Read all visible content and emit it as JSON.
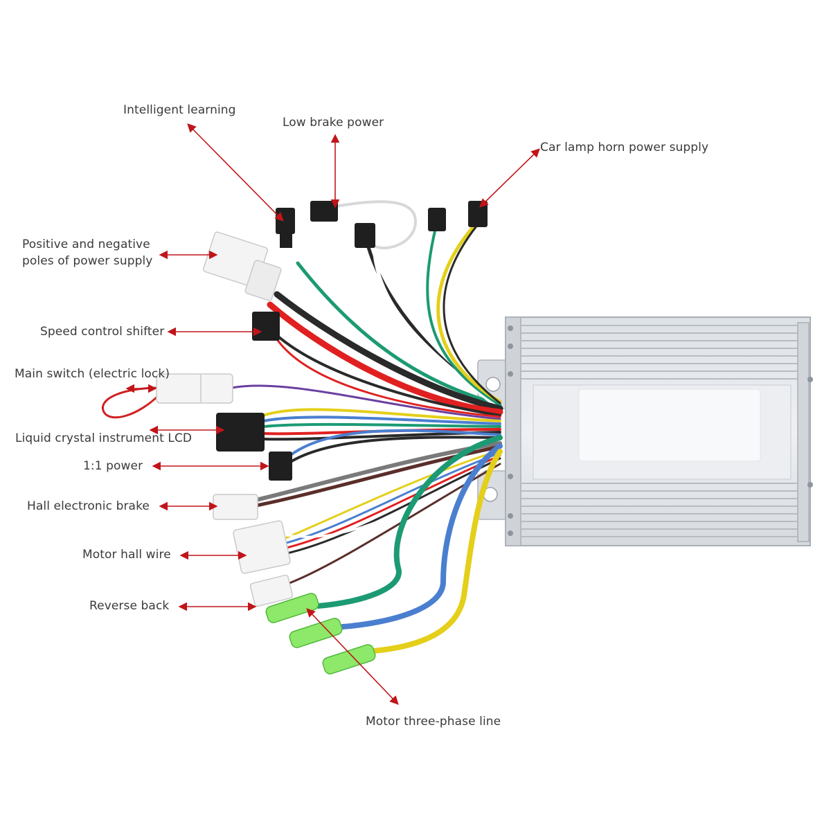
{
  "labels": {
    "intelligent_learning": "Intelligent learning",
    "low_brake_power": "Low brake power",
    "car_lamp_horn": "Car lamp horn power supply",
    "power_supply_line1": "Positive and negative",
    "power_supply_line2": "poles of power supply",
    "speed_control": "Speed control shifter",
    "main_switch": "Main switch (electric lock)",
    "lcd": "Liquid crystal instrument LCD",
    "one_to_one_power": "1:1 power",
    "hall_brake": "Hall electronic brake",
    "motor_hall": "Motor hall wire",
    "reverse": "Reverse back",
    "three_phase": "Motor three-phase line"
  },
  "colors": {
    "arrow": "#c0151a",
    "label_text": "#3a3a3a",
    "housing": "#e3e6ea",
    "housing_fin": "#b9bfc6",
    "wire_red": "#e02020",
    "wire_black": "#2a2a2a",
    "wire_green": "#1c9a73",
    "wire_blue": "#4a7fd0",
    "wire_yellow": "#e4cf1a",
    "connector_white": "#f4f4f4",
    "connector_black": "#1f1f1f",
    "terminal_green": "#8ee86a"
  }
}
